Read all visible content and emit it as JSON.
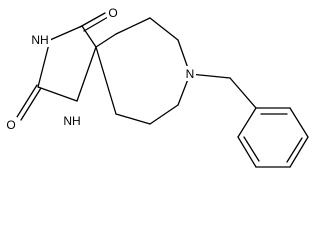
{
  "molecule": {
    "atoms": {
      "o_top": "O",
      "nh_top": "NH",
      "o_left": "O",
      "nh_bottom": "NH",
      "n_ring": "N"
    }
  }
}
